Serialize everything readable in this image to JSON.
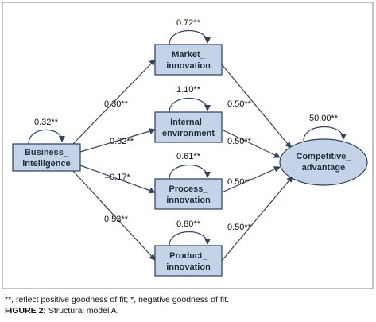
{
  "nodes": {
    "business_intelligence": {
      "line1": "Business_",
      "line2": "intelligence",
      "variance": "0.32**"
    },
    "market_innovation": {
      "line1": "Market_",
      "line2": "innovation",
      "variance": "0.72**"
    },
    "internal_environment": {
      "line1": "Internal_",
      "line2": "environment",
      "variance": "1.10**"
    },
    "process_innovation": {
      "line1": "Process_",
      "line2": "innovation",
      "variance": "0.61**"
    },
    "product_innovation": {
      "line1": "Product_",
      "line2": "innovation",
      "variance": "0.80**"
    },
    "competitive_advantage": {
      "line1": "Competitive_",
      "line2": "advantage",
      "variance": "50.00**"
    }
  },
  "paths": {
    "bi_to_market": "0.30**",
    "bi_to_internal": "0.62**",
    "bi_to_process": "–0.17*",
    "bi_to_product": "0.53**",
    "market_to_ca": "0.50**",
    "internal_to_ca": "0.50**",
    "process_to_ca": "0.50**",
    "product_to_ca": "0.50**"
  },
  "caption": {
    "note": "**, reflect positive goodness of fit;  *, negative goodness of fit.",
    "figure_label": "FIGURE 2:",
    "figure_title": " Structural model A."
  },
  "colors": {
    "node_fill": "#c5d3e8",
    "node_stroke": "#2e3e57",
    "arrow": "#33435c",
    "frame": "#8a8a8a"
  }
}
